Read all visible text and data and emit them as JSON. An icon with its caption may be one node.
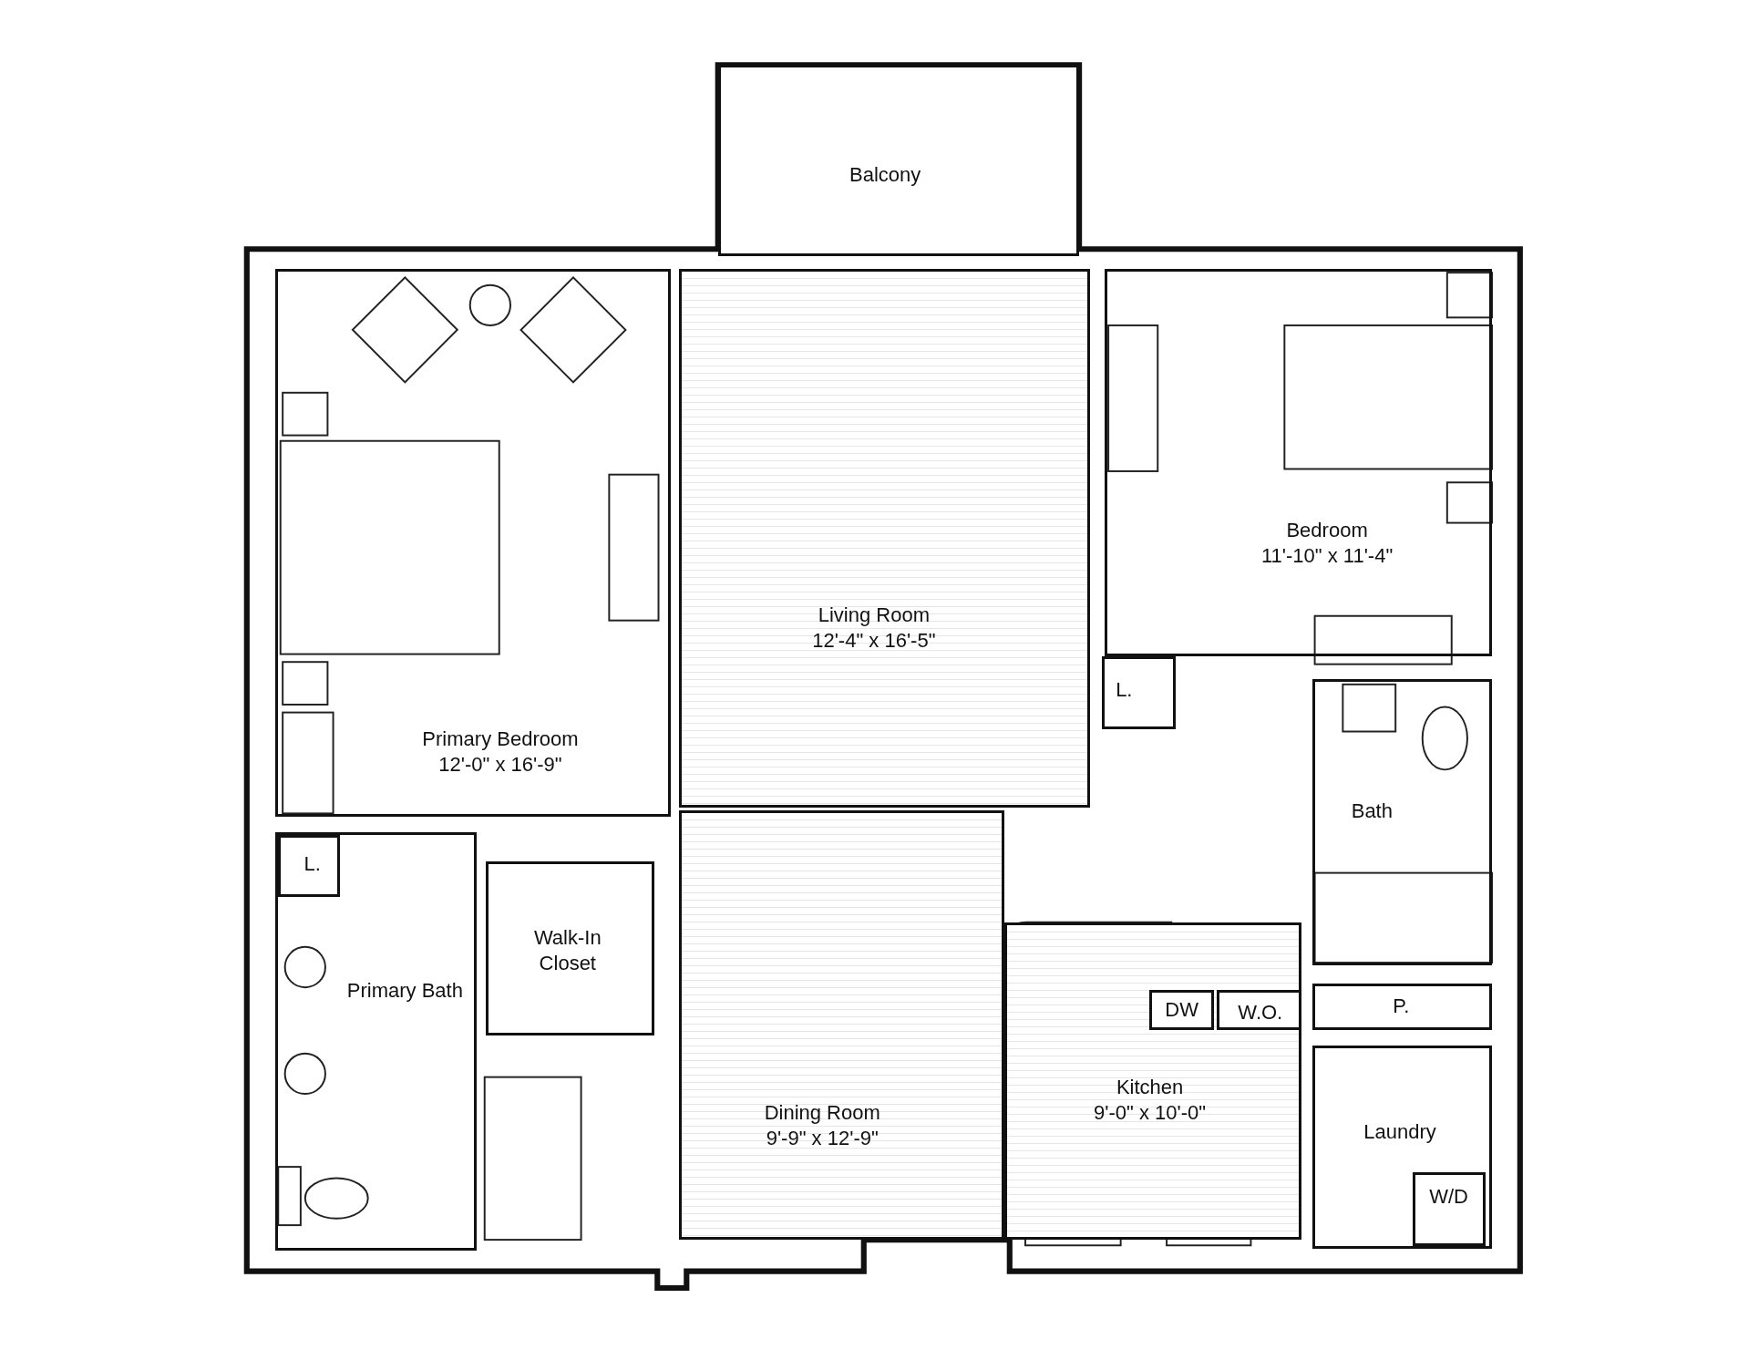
{
  "diagram": {
    "nodes": [
      {
        "text": [
          "Balcony"
        ]
      },
      {
        "text": [
          "Primary Bedroom",
          "12'-0\" x 16'-9\""
        ]
      },
      {
        "text": [
          "Living Room",
          "12'-4\" x 16'-5\""
        ]
      },
      {
        "text": [
          "Bedroom",
          "11'-10\" x 11'-4\""
        ]
      },
      {
        "text": [
          "L."
        ]
      },
      {
        "text": [
          "Bath"
        ]
      },
      {
        "text": [
          "L."
        ],
        "in": 7
      },
      {
        "text": [
          "Primary Bath"
        ]
      },
      {
        "text": [
          "Walk-In Closet"
        ]
      },
      {
        "text": [
          "Dining Room",
          "9'-9\" x 12'-9\""
        ]
      },
      {
        "text": [
          "Kitchen",
          "9'-0\" x 10'-0\""
        ]
      },
      {
        "text": [
          "DW"
        ],
        "in": 10
      },
      {
        "text": [
          "W.O."
        ],
        "in": 10
      },
      {
        "text": [
          "P."
        ]
      },
      {
        "text": [
          "Laundry"
        ]
      },
      {
        "text": [
          "W/D"
        ],
        "in": 14
      }
    ]
  }
}
